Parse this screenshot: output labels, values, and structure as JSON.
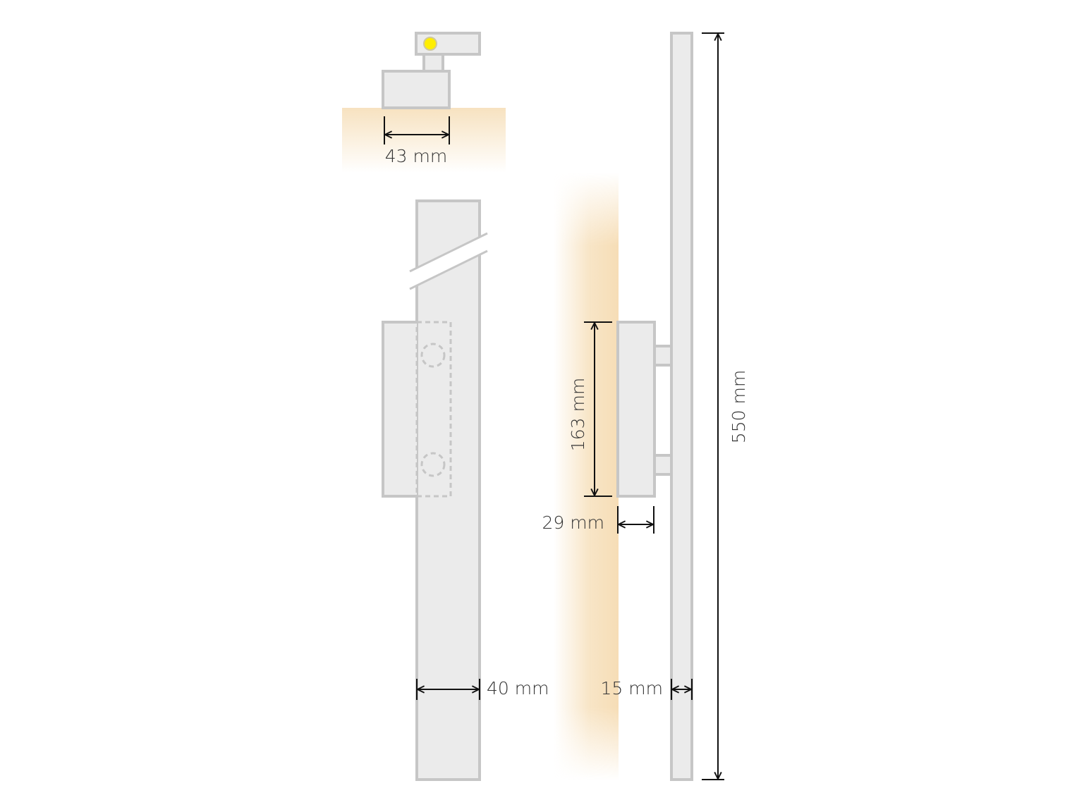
{
  "colors": {
    "part_fill": "#ebebeb",
    "part_stroke": "#c6c6c6",
    "light_glow": "#f7e2c0",
    "led": "#ffee00",
    "dimension_line": "#111111"
  },
  "dimensions": {
    "top_width": "43 mm",
    "bar_width": "40 mm",
    "mount_height": "163 mm",
    "mount_depth": "29 mm",
    "panel_depth": "15 mm",
    "total_height": "550 mm"
  }
}
